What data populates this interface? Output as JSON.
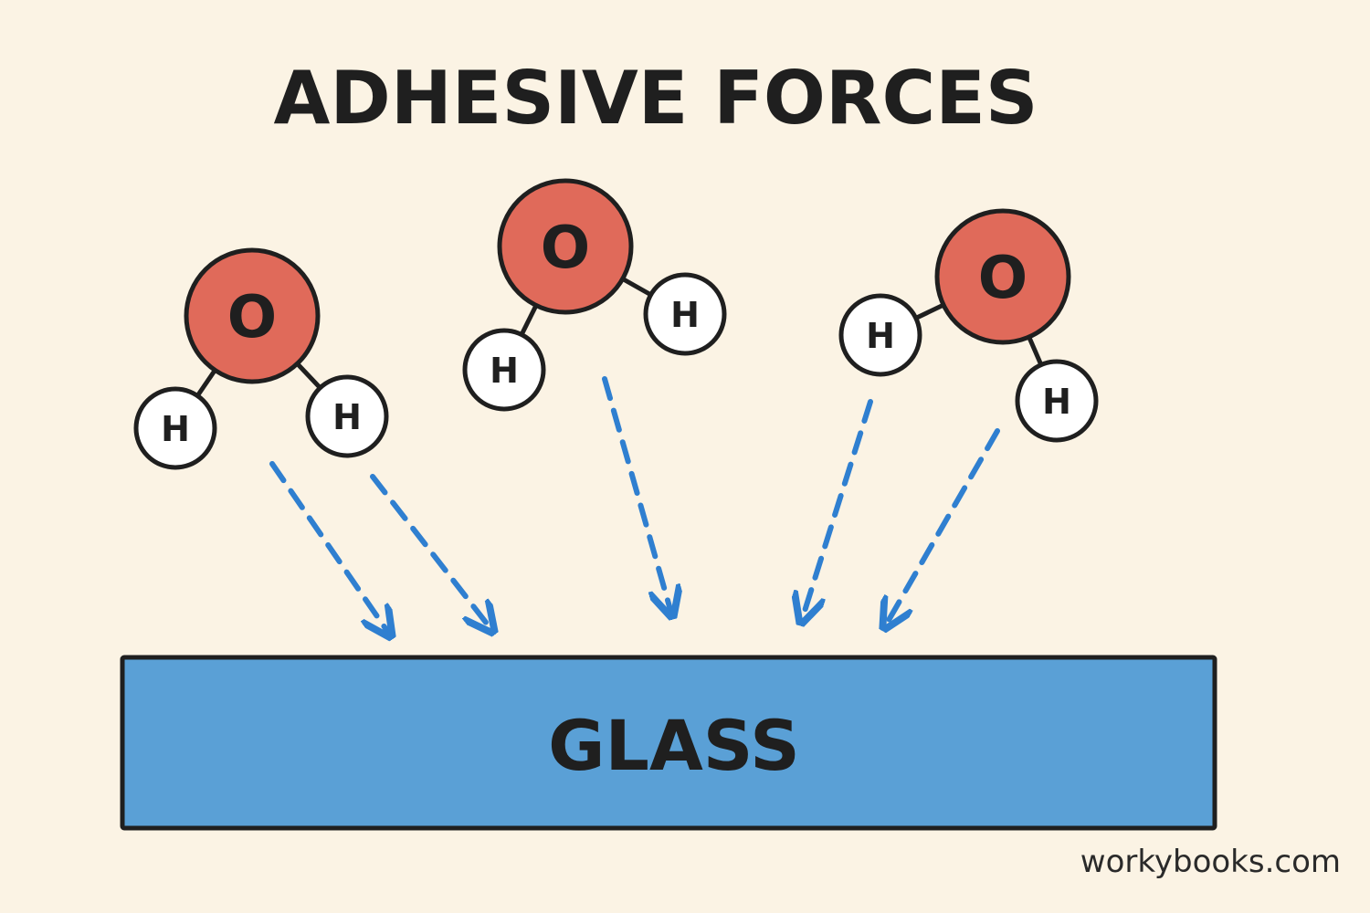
{
  "title": "ADHESIVE FORCES",
  "surface": {
    "label": "GLASS",
    "fill": "#5aa0d6"
  },
  "atoms": {
    "oxygen": {
      "label": "O",
      "fill": "#e06a5a"
    },
    "hydrogen": {
      "label": "H",
      "fill": "#ffffff"
    }
  },
  "molecule_count": 3,
  "arrow_color": "#2f7fd0",
  "watermark": "workybooks.com"
}
